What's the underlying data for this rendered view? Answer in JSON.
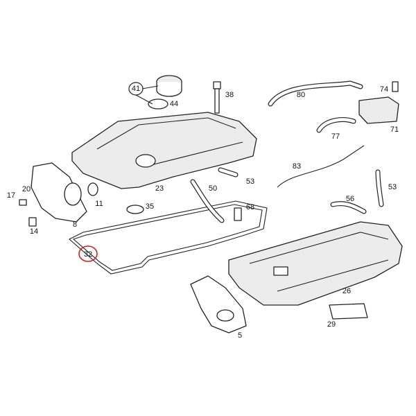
{
  "diagram": {
    "callouts": [
      {
        "id": "41",
        "circled": true
      },
      {
        "id": "44"
      },
      {
        "id": "38"
      },
      {
        "id": "80"
      },
      {
        "id": "74"
      },
      {
        "id": "71"
      },
      {
        "id": "77"
      },
      {
        "id": "83"
      },
      {
        "id": "53"
      },
      {
        "id": "53"
      },
      {
        "id": "50"
      },
      {
        "id": "56"
      },
      {
        "id": "23"
      },
      {
        "id": "20"
      },
      {
        "id": "17"
      },
      {
        "id": "11"
      },
      {
        "id": "35"
      },
      {
        "id": "68"
      },
      {
        "id": "14"
      },
      {
        "id": "8"
      },
      {
        "id": "32",
        "highlighted": true
      },
      {
        "id": "26"
      },
      {
        "id": "29"
      },
      {
        "id": "5"
      }
    ],
    "highlight_color": "#d42020",
    "line_color": "#222222"
  }
}
